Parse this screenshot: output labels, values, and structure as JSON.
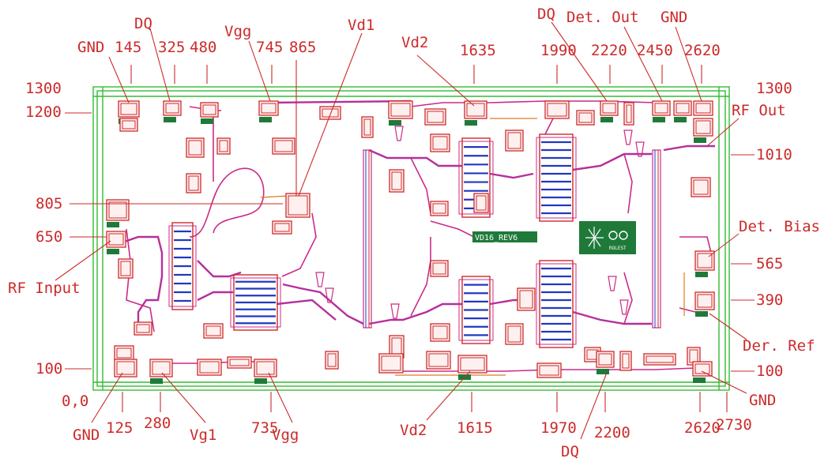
{
  "chip": {
    "title": "VD16_REV6",
    "logo_text": "ROLEST",
    "origin": "0,0"
  },
  "dims": {
    "top": [
      "145",
      "325",
      "480",
      "745",
      "865",
      "1635",
      "1990",
      "2220",
      "2450",
      "2620"
    ],
    "bottom": [
      "125",
      "280",
      "735",
      "1615",
      "1970",
      "2200",
      "2620",
      "2730"
    ],
    "left": [
      "1300",
      "1200",
      "805",
      "650",
      "100"
    ],
    "right": [
      "1300",
      "1010",
      "565",
      "390",
      "100"
    ]
  },
  "labels": {
    "top": [
      "GND",
      "DQ",
      "Vgg",
      "Vd1",
      "Vd2",
      "DQ",
      "Det. Out",
      "GND",
      "RF  Out"
    ],
    "left": [
      "RF  Input"
    ],
    "right": [
      "Det. Bias",
      "Der. Ref"
    ],
    "bottom": [
      "GND",
      "Vg1",
      "Vgg",
      "Vd2",
      "DQ",
      "GND"
    ]
  },
  "colors": {
    "label": "#cc2a2a",
    "frame": "#33bb33",
    "trace": "#cc2a88",
    "fet": "#2238c0",
    "pad_tag": "#1f7a3a"
  }
}
